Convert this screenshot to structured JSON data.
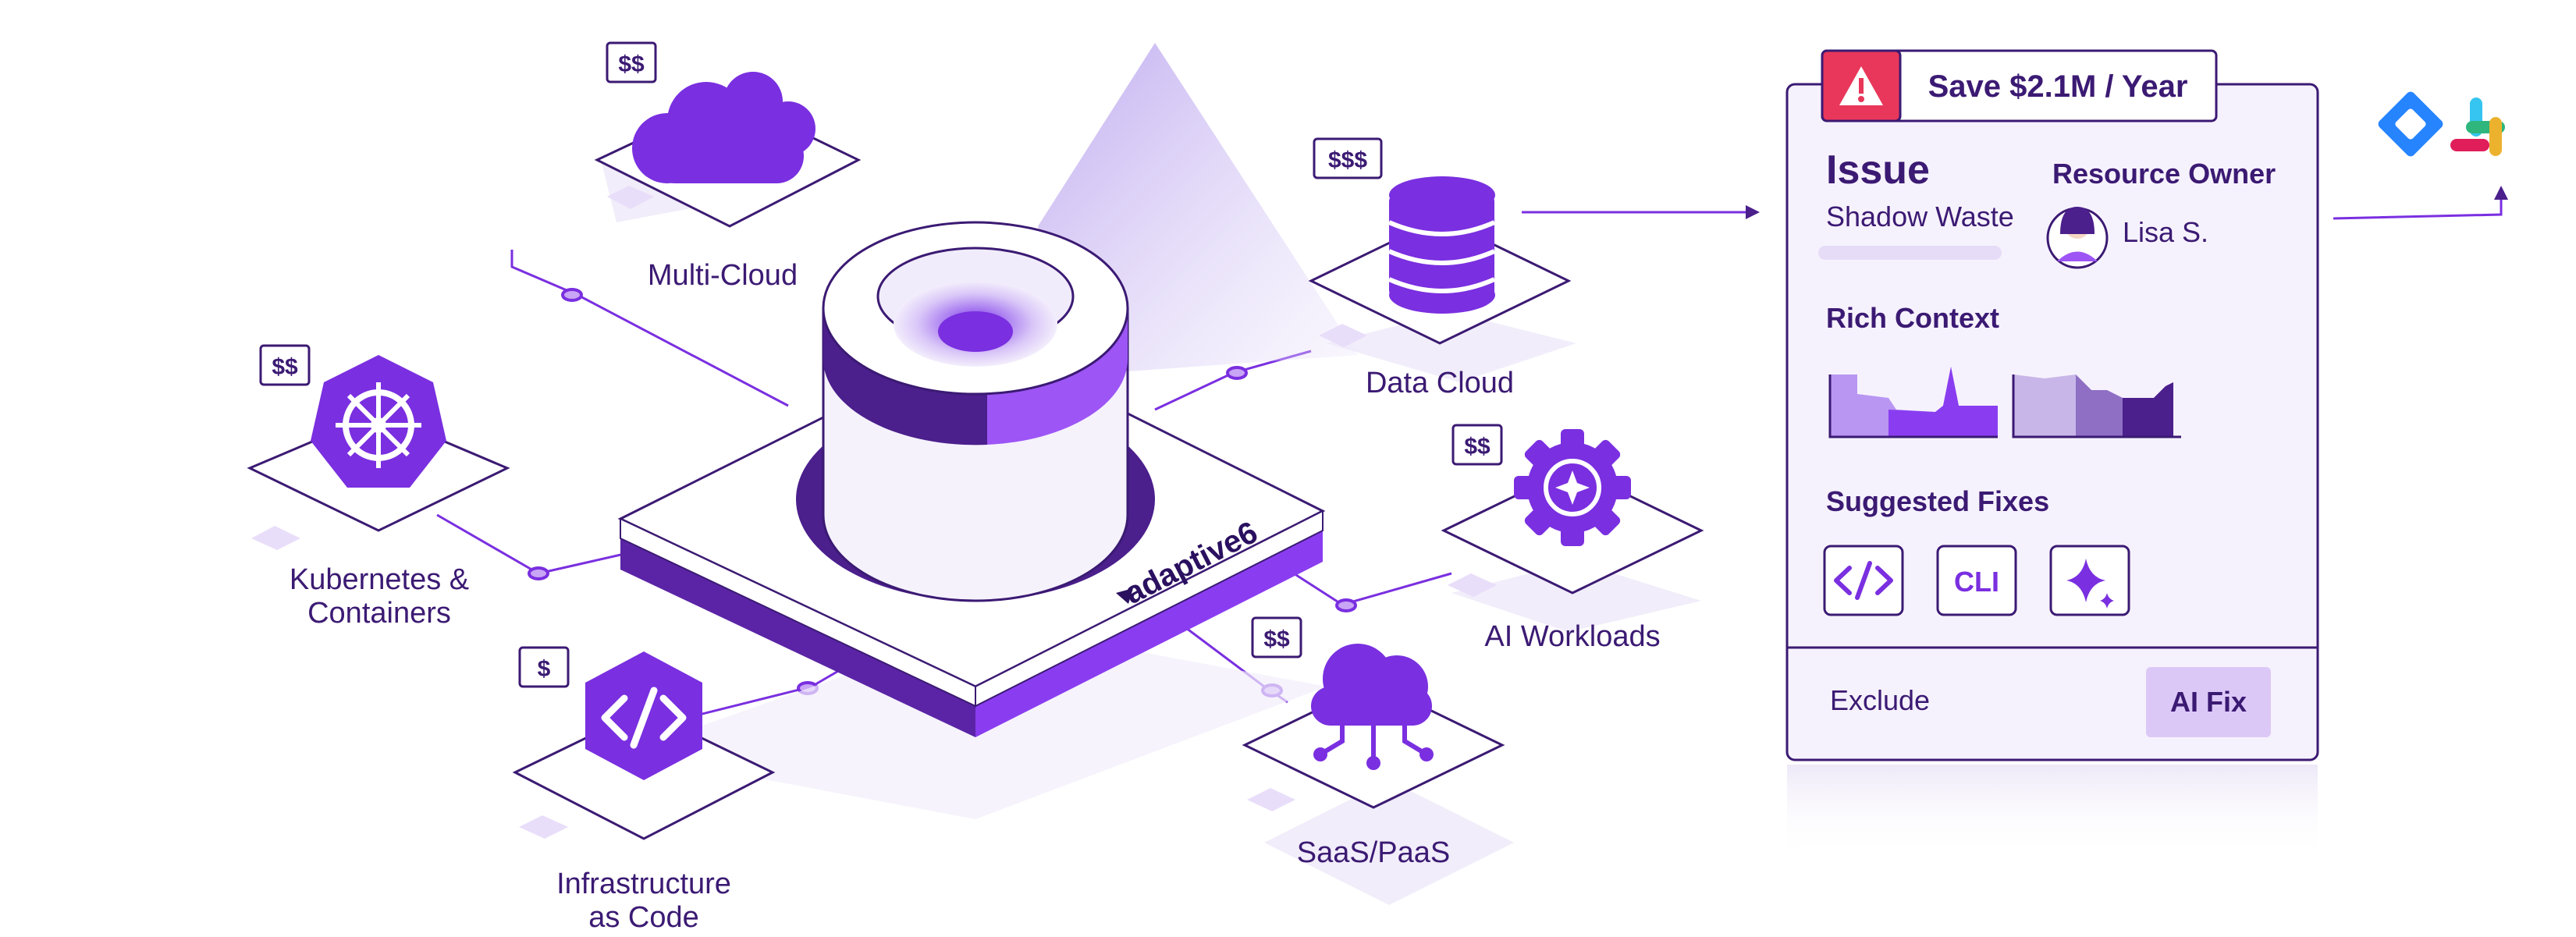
{
  "colors": {
    "primary": "#7a2fe0",
    "dark": "#4b1f8c",
    "light": "#ede6fb",
    "text": "#3b1a73",
    "alert": "#e8375a",
    "button_bg": "#dcc8f7"
  },
  "brand": {
    "name": "adaptive6"
  },
  "sources": [
    {
      "label": "Multi-Cloud",
      "cost": "$$",
      "icon": "cloud-icon"
    },
    {
      "label": "Kubernetes &",
      "label2": "Containers",
      "cost": "$$",
      "icon": "kubernetes-icon"
    },
    {
      "label": "Infrastructure",
      "label2": "as Code",
      "cost": "$",
      "icon": "code-icon"
    },
    {
      "label": "Data Cloud",
      "cost": "$$$",
      "icon": "database-icon"
    },
    {
      "label": "AI Workloads",
      "cost": "$$",
      "icon": "ai-gear-icon"
    },
    {
      "label": "SaaS/PaaS",
      "cost": "$$",
      "icon": "saas-cloud-icon"
    }
  ],
  "card": {
    "savings": "Save $2.1M / Year",
    "issue_title": "Issue",
    "issue_value": "Shadow Waste",
    "owner_title": "Resource Owner",
    "owner_name": "Lisa S.",
    "context_title": "Rich Context",
    "fixes_title": "Suggested Fixes",
    "fix_cli": "CLI",
    "exclude_label": "Exclude",
    "aifix_label": "AI Fix"
  },
  "integrations": [
    "jira-icon",
    "slack-icon"
  ]
}
